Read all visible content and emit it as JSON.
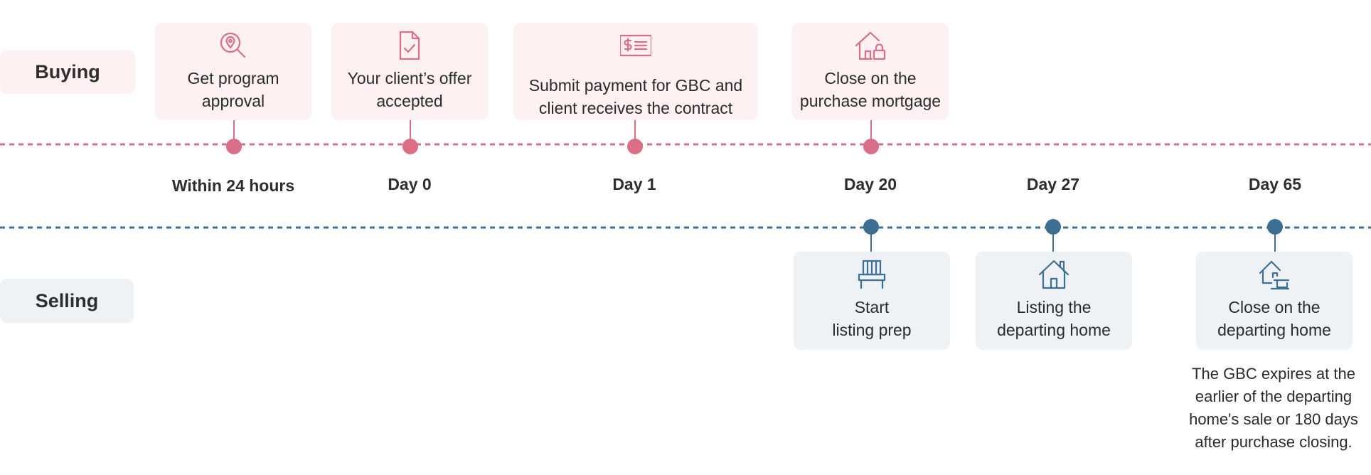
{
  "colors": {
    "buying_accent": "#d96e86",
    "buying_bg": "#fdf1f3",
    "selling_accent": "#3d6f93",
    "selling_bg": "#eef2f5"
  },
  "lanes": {
    "buying": "Buying",
    "selling": "Selling"
  },
  "buying_steps": [
    {
      "text": "Get program\napproval",
      "icon": "search-location-icon",
      "day": "Within 24 hours"
    },
    {
      "text": "Your client’s offer\naccepted",
      "icon": "document-check-icon",
      "day": "Day 0"
    },
    {
      "text": "Submit payment for GBC and\nclient receives the contract",
      "icon": "payment-check-icon",
      "day": "Day 1"
    },
    {
      "text": "Close on the\npurchase mortgage",
      "icon": "house-lock-icon",
      "day": "Day 20"
    }
  ],
  "selling_steps": [
    {
      "text": "Start\nlisting prep",
      "icon": "staging-chair-icon"
    },
    {
      "text": "Listing the\ndeparting home",
      "icon": "house-icon"
    },
    {
      "text": "Close on the\ndeparting home",
      "icon": "house-sold-icon"
    }
  ],
  "selling_days": [
    "Day 27",
    "Day 65"
  ],
  "note": "The GBC expires at the earlier of the departing home's sale or 180 days after purchase closing."
}
